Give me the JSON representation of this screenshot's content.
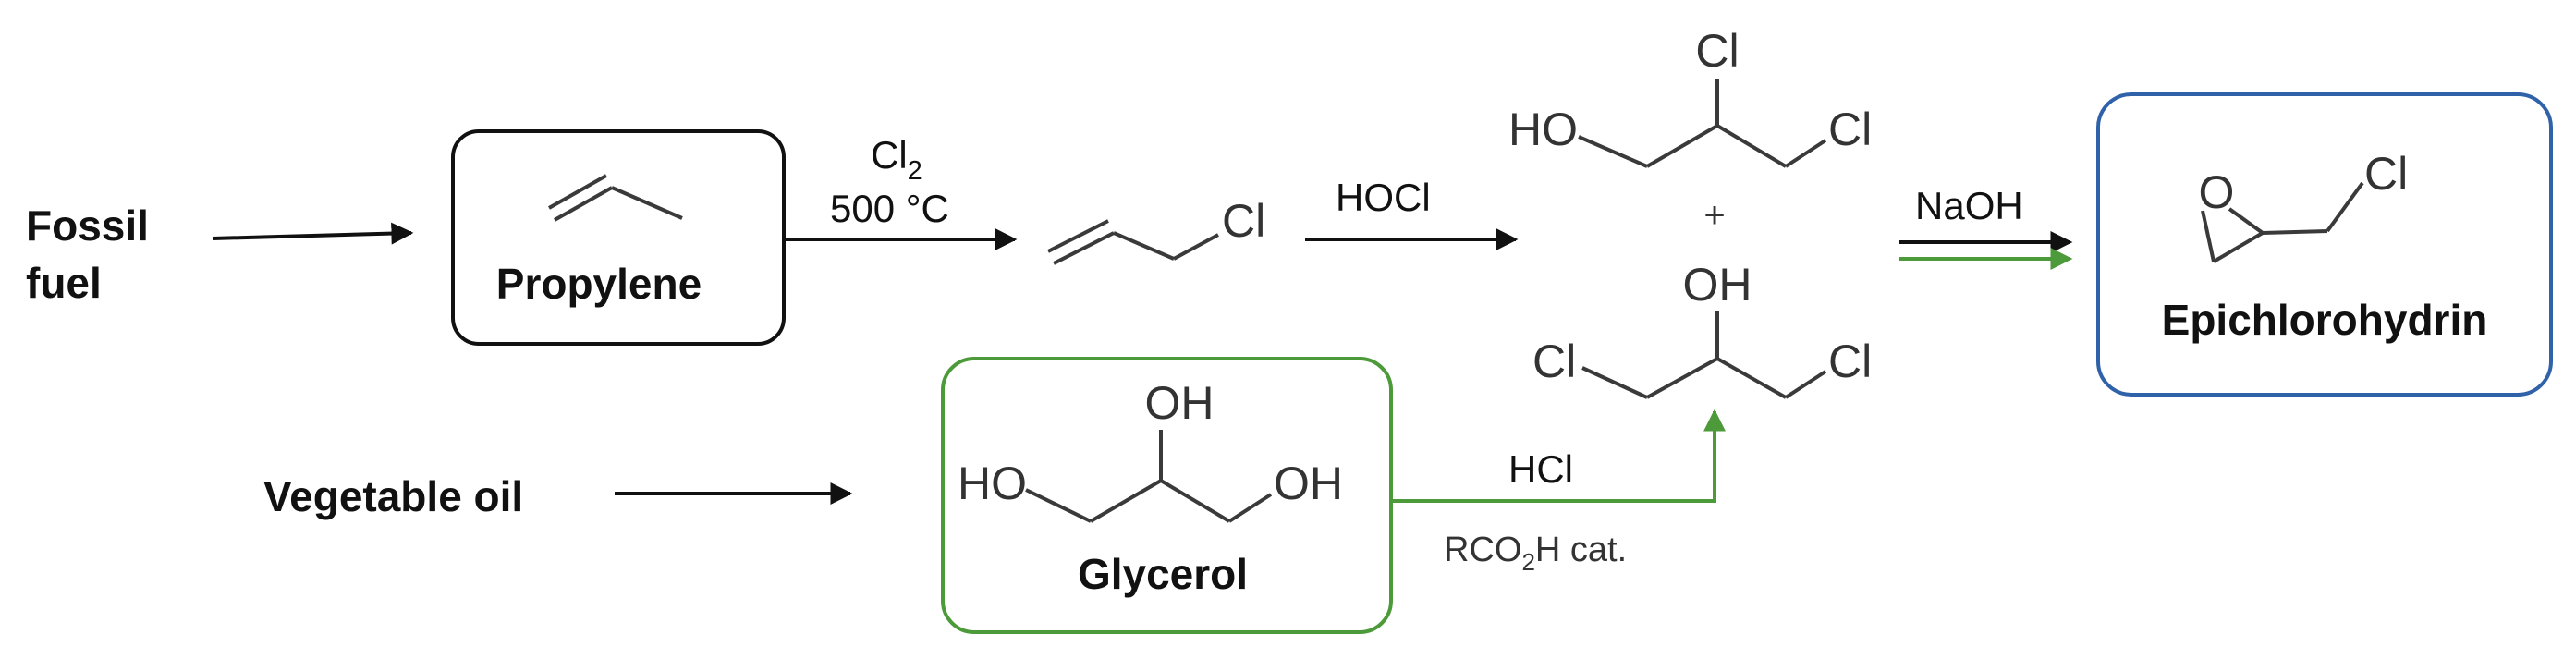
{
  "sources": {
    "fossil_line1": "Fossil",
    "fossil_line2": "fuel",
    "vegetable_oil": "Vegetable oil"
  },
  "compounds": {
    "propylene": "Propylene",
    "glycerol": "Glycerol",
    "epichlorohydrin": "Epichlorohydrin"
  },
  "atoms": {
    "cl": "Cl",
    "ho": "HO",
    "oh": "OH",
    "o": "O"
  },
  "reagents": {
    "cl2_base": "Cl",
    "cl2_sub": "2",
    "temp": "500 °C",
    "hocl": "HOCl",
    "plus": "+",
    "naoh": "NaOH",
    "hcl": "HCl",
    "cat_pre": "RCO",
    "cat_sub": "2",
    "cat_post": "H cat."
  },
  "colors": {
    "fossil_route": "#111111",
    "bio_route": "#4c9a3a",
    "product_box": "#2f62a8",
    "bond": "#3a3a3a",
    "text": "#111111"
  }
}
